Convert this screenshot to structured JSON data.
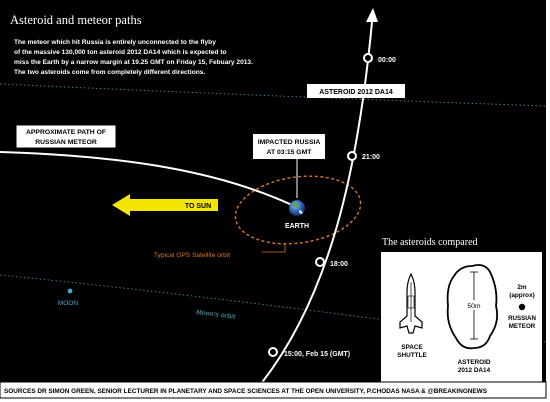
{
  "title": "Asteroid and meteor paths",
  "intro": [
    "The meteor which hit Russia is entirely unconnected to the flyby",
    "of the massive 130,000 ton asteroid 2012 DA14 which is expected to",
    "miss the Earth by a narrow margin at 19.25 GMT on Friday 15, Febuary 2013.",
    "The two asteroids come from completely different directions."
  ],
  "asteroid_label": "ASTEROID 2012 DA14",
  "meteor_label": [
    "APPROXIMATE PATH OF",
    "RUSSIAN METEOR"
  ],
  "impact_label": [
    "IMPACTED RUSSIA",
    "AT 03:15 GMT"
  ],
  "earth_label": "EARTH",
  "to_sun_label": "TO SUN",
  "gps_label": "Typical GPS Satellite orbit",
  "moon_label": "MOON",
  "moon_orbit_label": "Moon's orbit",
  "times": [
    "00:00",
    "21:00",
    "18:00",
    "15:00, Feb 15 (GMT)"
  ],
  "comparison": {
    "title": "The asteroids compared",
    "shuttle_label": [
      "SPACE",
      "SHUTTLE"
    ],
    "size_label": "50m",
    "asteroid_label": [
      "ASTEROID",
      "2012 DA14"
    ],
    "meteor_size": [
      "2m",
      "(approx)"
    ],
    "meteor_label": [
      "RUSSIAN",
      "METEOR"
    ]
  },
  "sources": "SOURCES DR SIMON GREEN, SENIOR LECTURER IN PLANETARY AND SPACE SCIENCES AT THE OPEN UNIVERSITY, P.CHODAS NASA & @BREAKINGNEWS",
  "colors": {
    "background": "#000000",
    "arrow_yellow": "#f2e600",
    "gps_orbit": "#d9772b",
    "moon_orbit": "#3d7f8f",
    "moon": "#4aa6c8",
    "white": "#ffffff"
  }
}
